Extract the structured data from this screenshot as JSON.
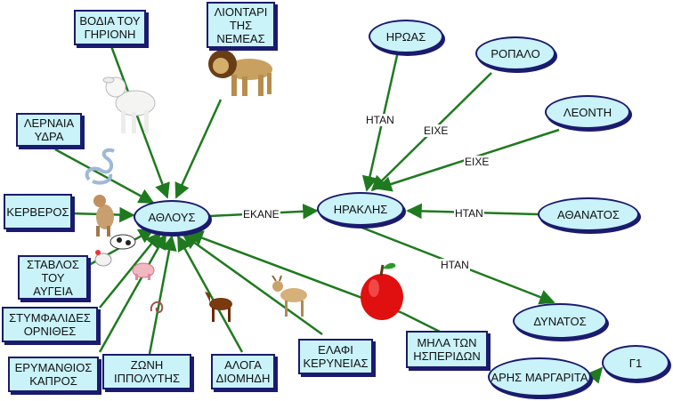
{
  "center": {
    "athlous": "ΑΘΛΟΥΣ",
    "iraklis": "ΗΡΑΚΛΗΣ"
  },
  "boxes": {
    "vodia": "ΒΟΔΙΑ ΤΟΥ ΓΗΡΙΟΝΗ",
    "liontari": "ΛΙΟΝΤΑΡΙ ΤΗΣ ΝΕΜΕΑΣ",
    "lernaia": "ΛΕΡΝΑΙΑ ΥΔΡΑ",
    "kerveros": "ΚΕΡΒΕΡΟΣ",
    "stavlos": "ΣΤΑΒΛΟΣ ΤΟΥ ΑΥΓΕΙΑ",
    "stymfalides": "ΣΤΥΜΦΑΛΙΔΕΣ ΟΡΝΙΘΕΣ",
    "erymanthios": "ΕΡΥΜΑΝΘΙΟΣ ΚΑΠΡΟΣ",
    "zoni": "ΖΩΝΗ ΙΠΠΟΛΥΤΗΣ",
    "aloga": "ΑΛΟΓΑ ΔΙΟΜΗΔΗ",
    "elafi": "ΕΛΑΦΙ ΚΕΡΥΝΕΙΑΣ",
    "mila": "ΜΗΛΑ ΤΩΝ ΗΣΠΕΡΙΔΩΝ"
  },
  "ovals": {
    "iroas": "ΗΡΩΑΣ",
    "ropalo": "ΡΟΠΑΛΟ",
    "leonti": "ΛΕΟΝΤΗ",
    "athanatos": "ΑΘΑΝΑΤΟΣ",
    "dynatos": "ΔΥΝΑΤΟΣ",
    "aris": "ΑΡΗΣ ΜΑΡΓΑΡΙΤΑ",
    "g1": "Γ1"
  },
  "edge_labels": {
    "ekane": "ΕΚΑΝΕ",
    "itan_iroas": "ΗΤΑΝ",
    "eixe_ropalo": "ΕΙΧΕ",
    "eixe_leonti": "ΕΙΧΕ",
    "itan_athanatos": "ΗΤΑΝ",
    "itan_dynatos": "ΗΤΑΝ"
  },
  "colors": {
    "arrow": "#1f7a1f",
    "fill": "#c9f2f9",
    "border": "#1a1a6e"
  }
}
